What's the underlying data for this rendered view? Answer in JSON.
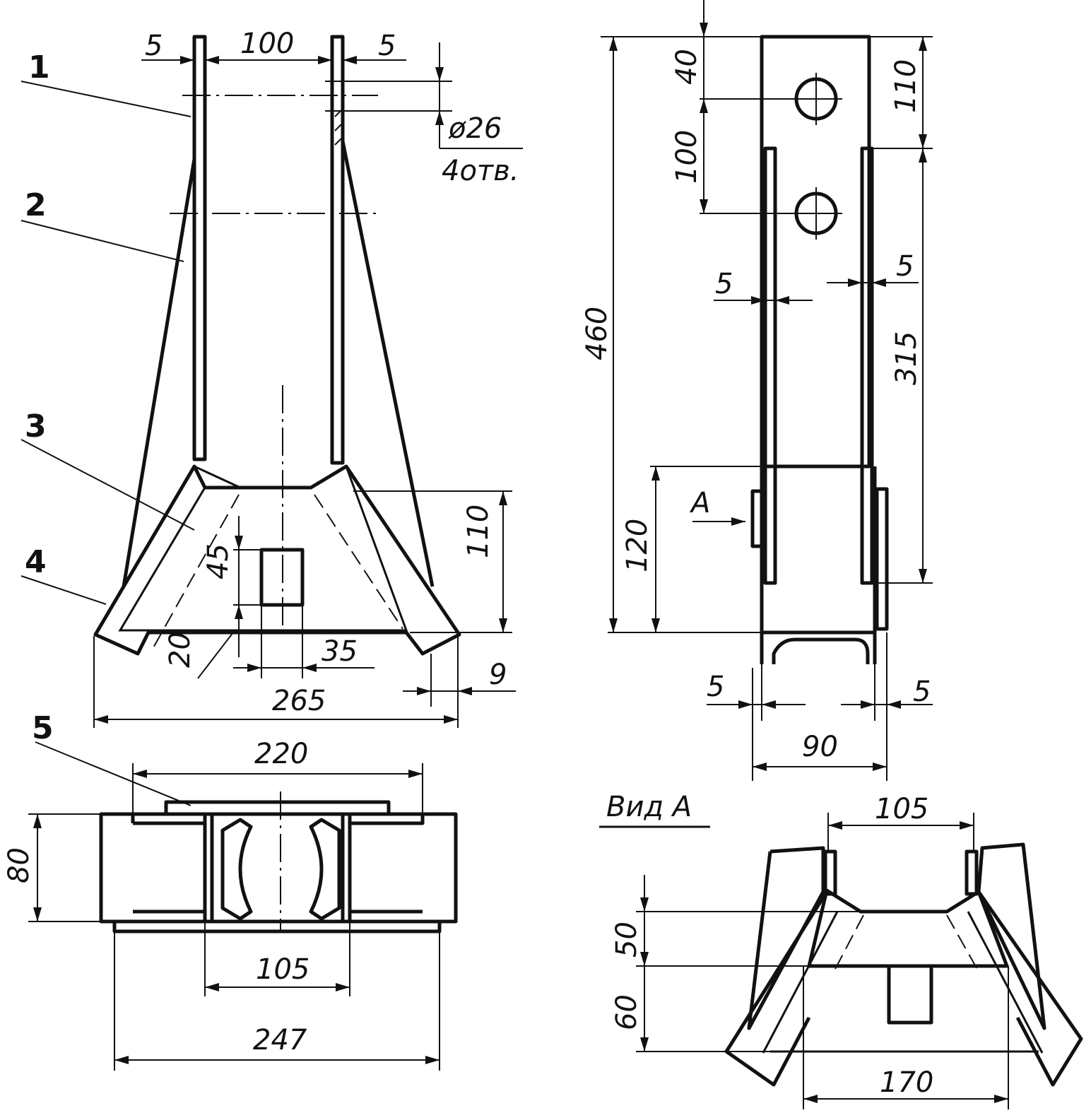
{
  "parts": [
    "1",
    "2",
    "3",
    "4",
    "5"
  ],
  "front_view": {
    "dims": {
      "plate_left": "5",
      "gap": "100",
      "plate_right": "5",
      "hole": "ø26",
      "hole_count": "4отв.",
      "slot_h": "45",
      "slot_offset": "20",
      "slot_w": "35",
      "base_h": "110",
      "base_w": "265",
      "edge": "9"
    }
  },
  "side_view": {
    "dims": {
      "total_h": "460",
      "top": "40",
      "hole_pitch": "100",
      "top_right": "110",
      "plate_left": "5",
      "plate_right": "5",
      "upright": "315",
      "base": "120",
      "foot_left": "5",
      "foot_right": "5",
      "width": "90",
      "view_arrow": "A"
    }
  },
  "top_view": {
    "dims": {
      "plate": "220",
      "depth": "80",
      "inner": "105",
      "total": "247"
    }
  },
  "view_a": {
    "title": "Вид A",
    "dims": {
      "top": "105",
      "upper": "50",
      "lower": "60",
      "bottom": "170"
    }
  }
}
